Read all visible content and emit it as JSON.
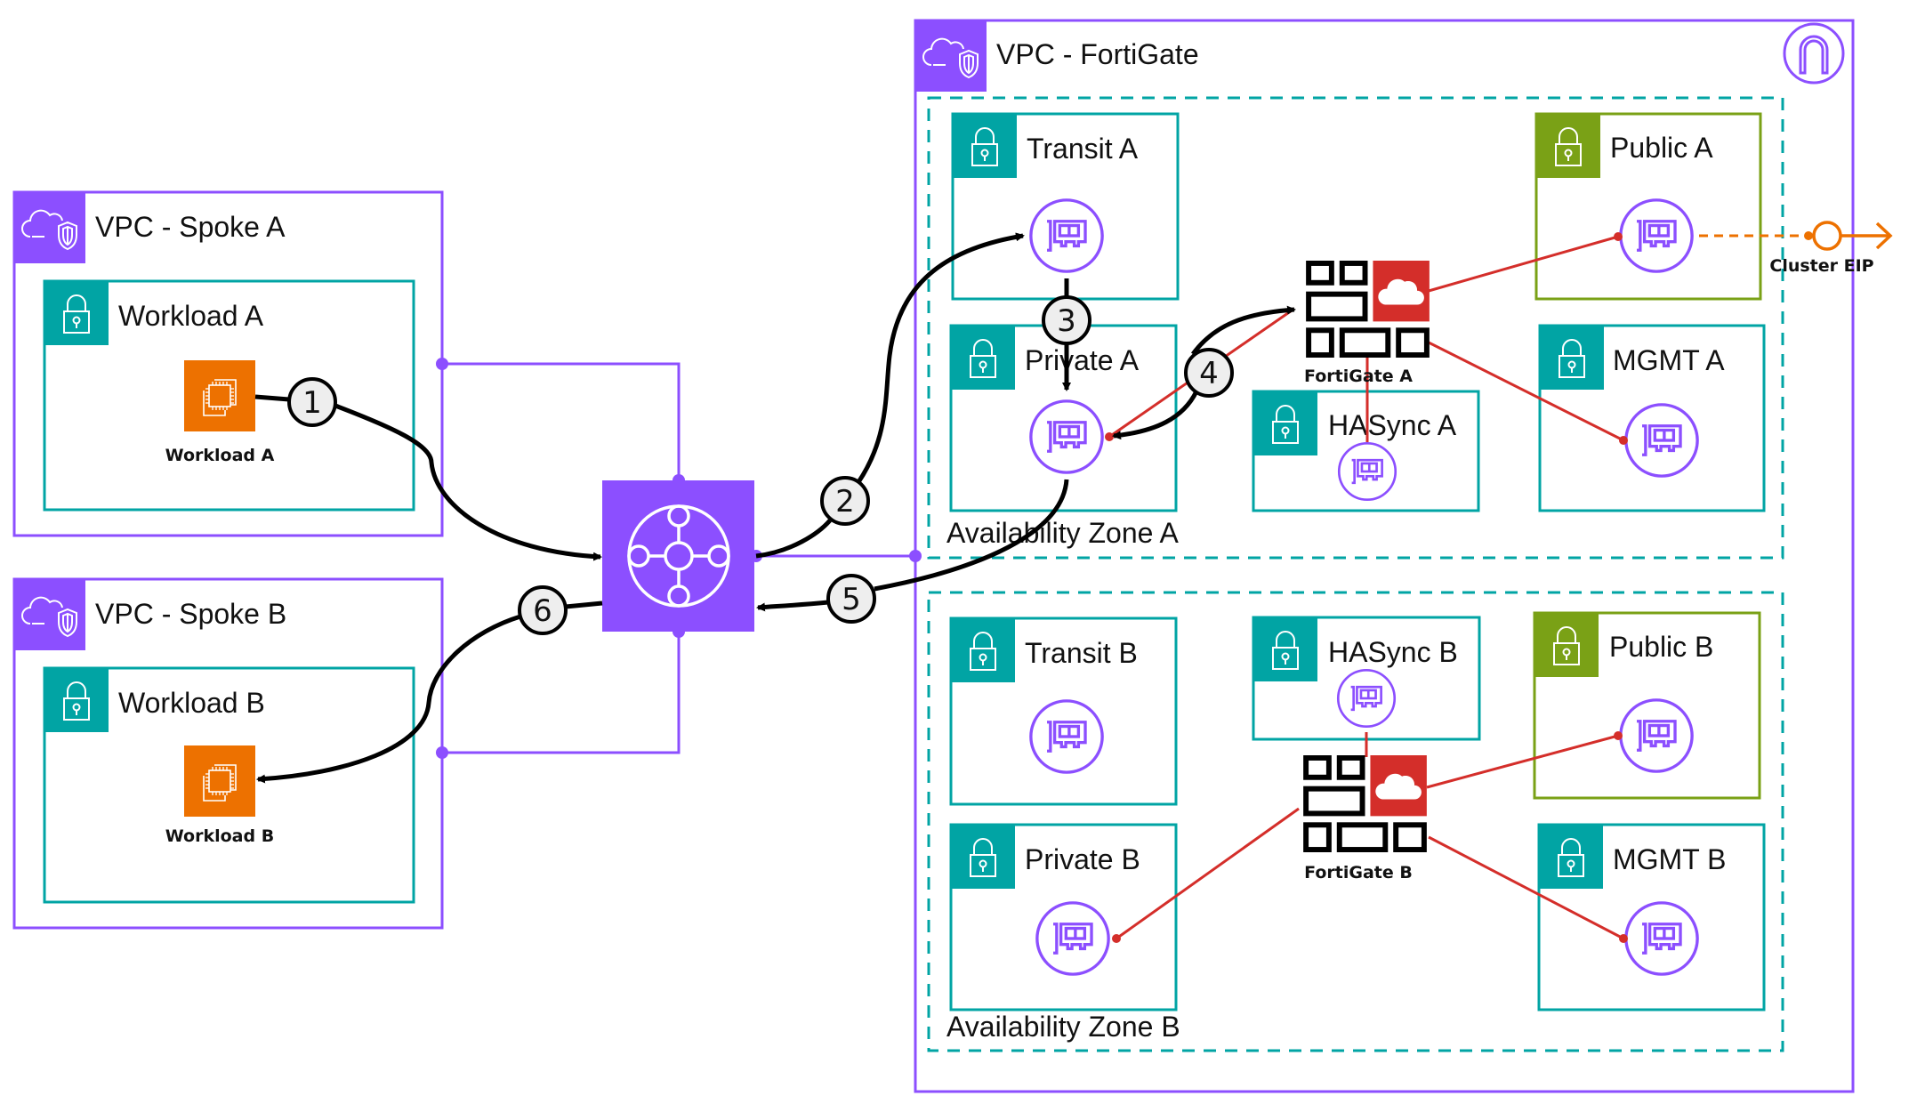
{
  "diagram": {
    "colors": {
      "vpc": "#8c4fff",
      "private_subnet": "#01a4a4",
      "public_subnet": "#7aa116",
      "ec2": "#ed7100",
      "fortigate_red": "#d42e2a",
      "flow_arrow": "#000000",
      "eip": "#ed7100"
    },
    "vpcs": [
      {
        "id": "spoke-a",
        "label": "VPC - Spoke A",
        "icon": "vpc-cloud-shield-icon"
      },
      {
        "id": "spoke-b",
        "label": "VPC - Spoke B",
        "icon": "vpc-cloud-shield-icon"
      },
      {
        "id": "fortigate",
        "label": "VPC - FortiGate",
        "icon": "vpc-cloud-shield-icon",
        "corner_icon": "internet-gateway-icon"
      }
    ],
    "spoke_subnets": [
      {
        "label": "Workload A",
        "instance_label": "Workload A",
        "instance_icon": "ec2-instances-icon"
      },
      {
        "label": "Workload B",
        "instance_label": "Workload B",
        "instance_icon": "ec2-instances-icon"
      }
    ],
    "transit_gateway": {
      "icon": "transit-gateway-icon"
    },
    "availability_zones": [
      {
        "label": "Availability Zone A",
        "subnets": {
          "transit": "Transit A",
          "private": "Private A",
          "hasync": "HASync A",
          "public": "Public A",
          "mgmt": "MGMT A"
        },
        "firewall_label": "FortiGate A"
      },
      {
        "label": "Availability Zone B",
        "subnets": {
          "transit": "Transit B",
          "private": "Private B",
          "hasync": "HASync B",
          "public": "Public B",
          "mgmt": "MGMT B"
        },
        "firewall_label": "FortiGate B"
      }
    ],
    "eni_icon": "network-interface-icon",
    "cluster_eip": {
      "label": "Cluster EIP",
      "icon": "elastic-ip-icon"
    },
    "flow_steps": [
      {
        "number": "1",
        "from": "Workload A",
        "to": "Transit Gateway"
      },
      {
        "number": "2",
        "from": "Transit Gateway",
        "to": "Transit A ENI"
      },
      {
        "number": "3",
        "from": "Transit A ENI",
        "to": "Private A ENI"
      },
      {
        "number": "4",
        "from": "Private A ENI",
        "to": "FortiGate A"
      },
      {
        "number": "5",
        "from": "Private A ENI",
        "to": "Transit Gateway"
      },
      {
        "number": "6",
        "from": "Transit Gateway",
        "to": "Workload B"
      }
    ]
  }
}
